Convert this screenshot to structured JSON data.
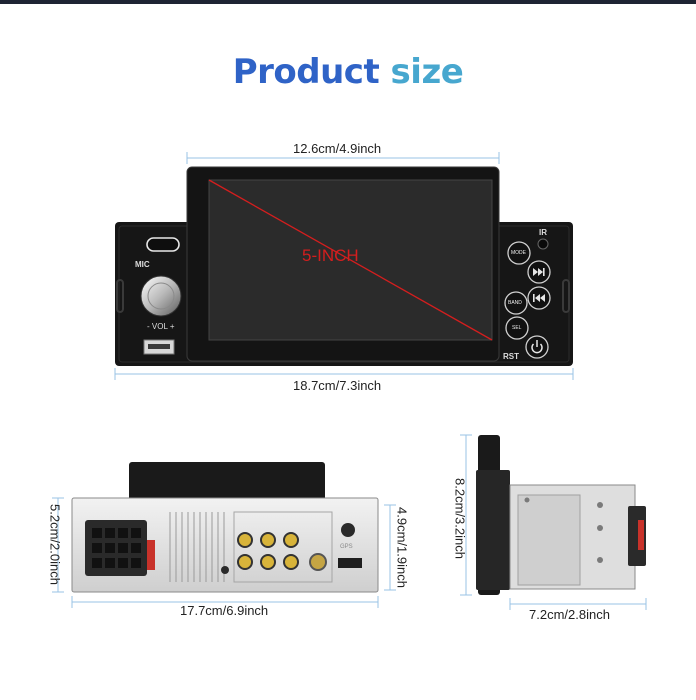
{
  "title": {
    "word1": "Product",
    "word2": "size"
  },
  "front": {
    "screen_label": "5-INCH",
    "width_screen": "12.6cm/4.9inch",
    "width_total": "18.7cm/7.3inch",
    "mic_label": "MIC",
    "vol_label": "- VOL +",
    "ir_label": "IR",
    "rst_label": "RST",
    "buttons": {
      "mode": "MODE",
      "band": "BAND",
      "sel": "SEL"
    }
  },
  "back": {
    "height": "5.2cm/2.0inch",
    "height_inner": "4.9cm/1.9inch",
    "width": "17.7cm/6.9inch",
    "gps_label": "GPS"
  },
  "side": {
    "height": "8.2cm/3.2inch",
    "depth": "7.2cm/2.8inch"
  },
  "colors": {
    "title_blue": "#2f63c7",
    "title_cyan": "#47a7cf",
    "dimension_line": "#9ac3e6",
    "screen_line": "#d41e1e"
  }
}
